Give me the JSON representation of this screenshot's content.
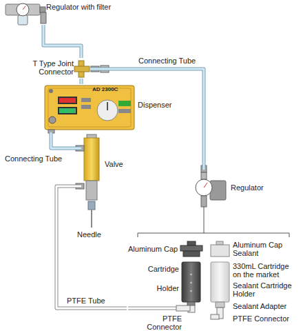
{
  "diagram": {
    "nodes": [
      {
        "text": [
          "Regulator with filter"
        ]
      },
      {
        "text": [
          "T Type Joint Connector"
        ]
      },
      {
        "text": [
          "Dispenser",
          "AD 2300C"
        ]
      },
      {
        "text": [
          "Valve"
        ]
      },
      {
        "text": [
          "Regulator"
        ]
      },
      {
        "text": [
          "Needle"
        ]
      },
      {
        "text": [
          "Aluminum Cap"
        ]
      },
      {
        "text": [
          "Aluminum Cap Sealant"
        ]
      },
      {
        "text": [
          "Cartridge",
          "Holder"
        ]
      },
      {
        "text": [
          "330mL Cartridge on the market",
          "Sealant Cartridge Holder"
        ]
      },
      {
        "text": [
          "Sealant Adapter"
        ]
      },
      {
        "text": [
          "PTFE Connector"
        ]
      },
      {
        "text": [
          "PTFE Connector"
        ]
      }
    ],
    "edges": [
      {
        "from": 0,
        "to": 1,
        "arrow": "none"
      },
      {
        "from": 1,
        "to": 2,
        "arrow": "none"
      },
      {
        "from": 1,
        "to": 4,
        "label": "Connecting Tube",
        "arrow": "none"
      },
      {
        "from": 2,
        "to": 3,
        "label": "Connecting Tube",
        "arrow": "none"
      },
      {
        "from": 3,
        "to": 11,
        "label": "PTFE Tube",
        "arrow": "none"
      }
    ]
  }
}
